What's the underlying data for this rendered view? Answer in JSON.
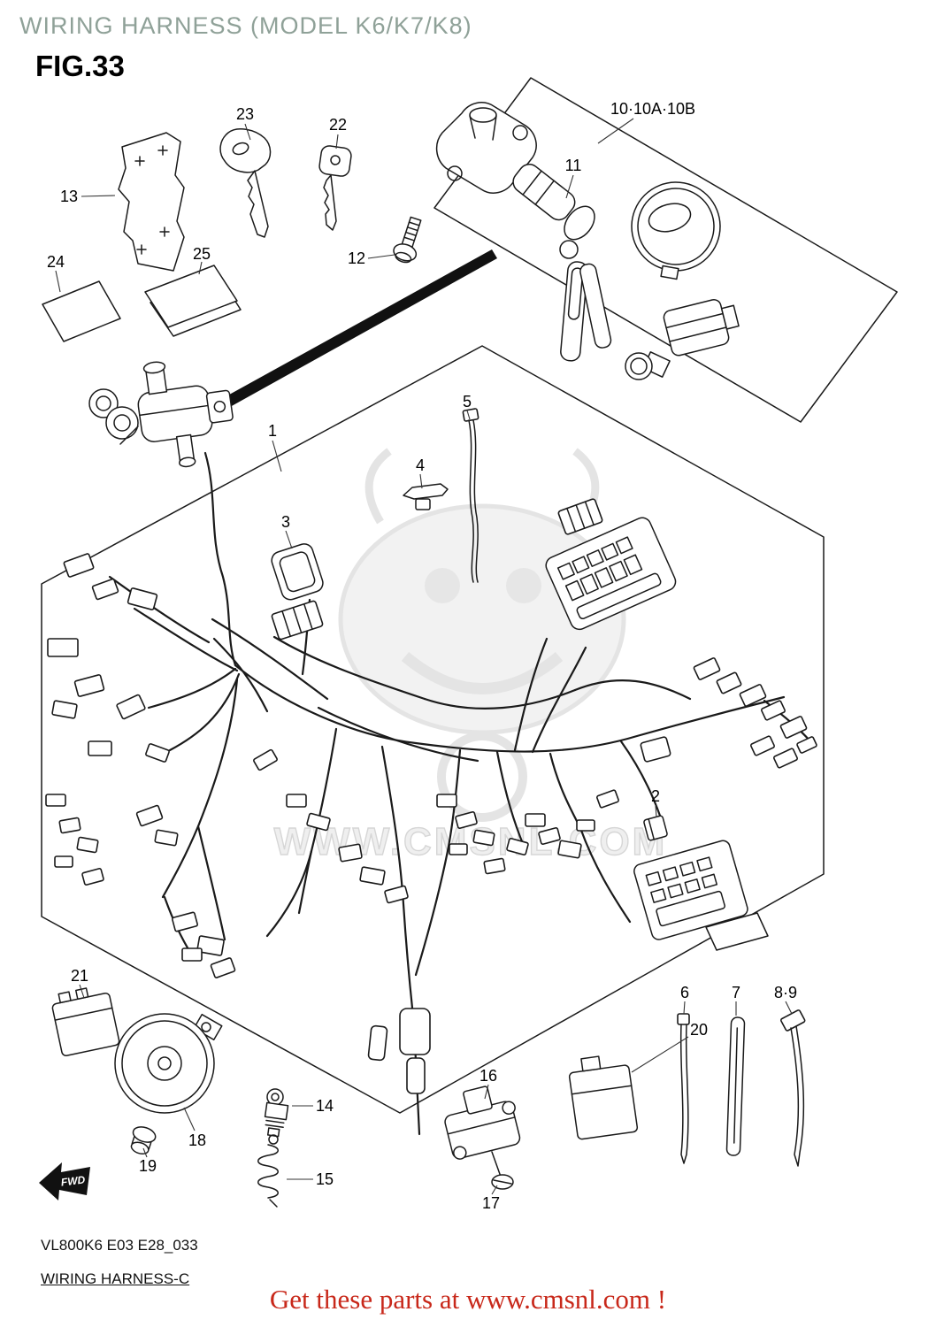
{
  "header": {
    "title": "WIRING HARNESS (MODEL K6/K7/K8)",
    "figure": "FIG.33"
  },
  "diagram": {
    "parts": {
      "p1": "1",
      "p2": "2",
      "p3": "3",
      "p4": "4",
      "p5": "5",
      "p6": "6",
      "p7": "7",
      "p8_9": "8·9",
      "p10": "10·10A·10B",
      "p11": "11",
      "p12": "12",
      "p13": "13",
      "p14": "14",
      "p15": "15",
      "p16": "16",
      "p17": "17",
      "p18": "18",
      "p19": "19",
      "p20": "20",
      "p21": "21",
      "p22": "22",
      "p23": "23",
      "p24": "24",
      "p25": "25"
    },
    "fwd_label": "FWD",
    "watermark": "WWW.CMSNL.COM"
  },
  "footer": {
    "model_code": "VL800K6 E03 E28_033",
    "harness_link": "WIRING HARNESS-C",
    "promo": "Get these parts at www.cmsnl.com !"
  },
  "colors": {
    "title-text": "#8fa198",
    "promo-text": "#c8281a",
    "line": "#1a1a1a",
    "watermark": "#e4e4e4",
    "background": "#ffffff"
  }
}
